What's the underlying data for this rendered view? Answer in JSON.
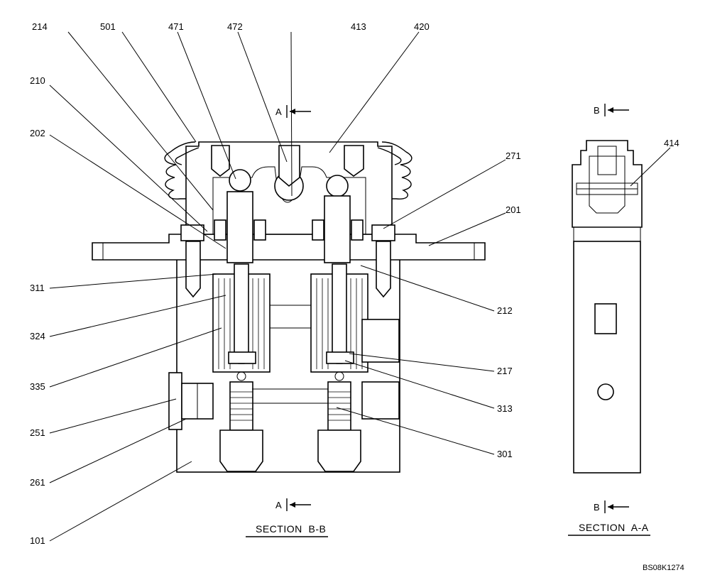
{
  "leaders": [
    {
      "id": "214",
      "text": "214"
    },
    {
      "id": "501",
      "text": "501"
    },
    {
      "id": "471",
      "text": "471"
    },
    {
      "id": "472",
      "text": "472"
    },
    {
      "id": "413",
      "text": "413"
    },
    {
      "id": "420",
      "text": "420"
    },
    {
      "id": "210",
      "text": "210"
    },
    {
      "id": "202",
      "text": "202"
    },
    {
      "id": "271",
      "text": "271"
    },
    {
      "id": "201",
      "text": "201"
    },
    {
      "id": "311",
      "text": "311"
    },
    {
      "id": "212",
      "text": "212"
    },
    {
      "id": "324",
      "text": "324"
    },
    {
      "id": "335",
      "text": "335"
    },
    {
      "id": "217",
      "text": "217"
    },
    {
      "id": "313",
      "text": "313"
    },
    {
      "id": "251",
      "text": "251"
    },
    {
      "id": "301",
      "text": "301"
    },
    {
      "id": "261",
      "text": "261"
    },
    {
      "id": "101",
      "text": "101"
    },
    {
      "id": "414",
      "text": "414"
    }
  ],
  "section_markers": {
    "a_top": "A",
    "a_bottom": "A",
    "b_top": "B",
    "b_bottom": "B"
  },
  "section_titles": {
    "bb": "SECTION  B-B",
    "aa": "SECTION  A-A"
  },
  "drawing_ref": "BS08K1274"
}
